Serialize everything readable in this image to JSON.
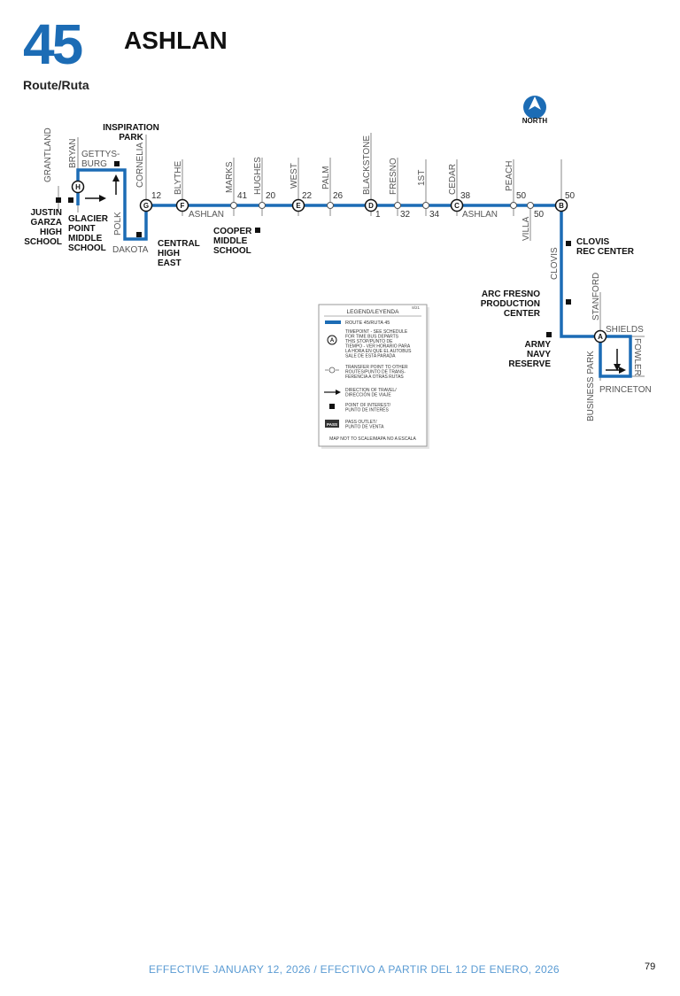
{
  "header": {
    "route_number": "45",
    "route_label": "Route/Ruta",
    "route_name": "ASHLAN"
  },
  "north_label": "NORTH",
  "streets": {
    "grantland": "GRANTLAND",
    "bryan": "BRYAN",
    "gettysburg_1": "GETTYS-",
    "gettysburg_2": "BURG",
    "cornelia": "CORNELIA",
    "polk": "POLK",
    "dakota": "DAKOTA",
    "blythe": "BLYTHE",
    "marks": "MARKS",
    "hughes": "HUGHES",
    "west": "WEST",
    "palm": "PALM",
    "blackstone": "BLACKSTONE",
    "fresno": "FRESNO",
    "first": "1ST",
    "cedar": "CEDAR",
    "peach": "PEACH",
    "villa": "VILLA",
    "clovis": "CLOVIS",
    "stanford": "STANFORD",
    "shields": "SHIELDS",
    "fowler": "FOWLER",
    "business_park": "BUSINESS PARK",
    "princeton": "PRINCETON",
    "ashlan_1": "ASHLAN",
    "ashlan_2": "ASHLAN"
  },
  "transfer_routes": [
    "12",
    "41",
    "20",
    "22",
    "26",
    "1",
    "32",
    "34",
    "38",
    "50",
    "50",
    "50"
  ],
  "timepoints": [
    "H",
    "G",
    "F",
    "E",
    "D",
    "C",
    "B",
    "A"
  ],
  "points_of_interest": {
    "inspiration_park": [
      "INSPIRATION",
      "PARK"
    ],
    "justin_garza": [
      "JUSTIN",
      "GARZA",
      "HIGH",
      "SCHOOL"
    ],
    "glacier_point": [
      "GLACIER",
      "POINT",
      "MIDDLE",
      "SCHOOL"
    ],
    "central_high": [
      "CENTRAL",
      "HIGH",
      "EAST"
    ],
    "cooper_middle": [
      "COOPER",
      "MIDDLE",
      "SCHOOL"
    ],
    "clovis_rec": [
      "CLOVIS",
      "REC CENTER"
    ],
    "arc_fresno": [
      "ARC FRESNO",
      "PRODUCTION",
      "CENTER"
    ],
    "army_navy": [
      "ARMY",
      "NAVY",
      "RESERVE"
    ]
  },
  "legend": {
    "title": "LEGEND/LEYENDA",
    "version": "8/21",
    "route": "ROUTE 45/RUTA 45",
    "timepoint": [
      "TIMEPOINT - SEE SCHEDULE",
      "FOR TIME BUS DEPARTS",
      "THIS STOP/PUNTO DE",
      "TIEMPO - VER HORARIO PARA",
      "LA HORA EN QUE EL AUTOBUS",
      "SALE DE ESTA PARADA"
    ],
    "transfer": [
      "TRANSFER POINT TO OTHER",
      "ROUTES/PUNTO DE TRANS-",
      "FERENCIA A OTRAS RUTAS"
    ],
    "direction": [
      "DIRECTION OF TRAVEL/",
      "DIRECCIÓN DE VIAJE"
    ],
    "poi": [
      "POINT OF INTEREST/",
      "PUNTO DE INTERÉS"
    ],
    "pass_icon": "PASS",
    "pass": [
      "PASS OUTLET/",
      "PUNTO DE VENTA"
    ],
    "scale": "MAP NOT TO SCALE/MAPA NO A ESCALA"
  },
  "footer": {
    "effective": "EFFECTIVE JANUARY 12, 2026 / EFECTIVO A PARTIR DEL 12 DE ENERO, 2026",
    "page": "79"
  },
  "colors": {
    "route": "#1c6cb5",
    "street": "#8a8a8a",
    "text": "#111111",
    "footer": "#5a9bd3"
  }
}
